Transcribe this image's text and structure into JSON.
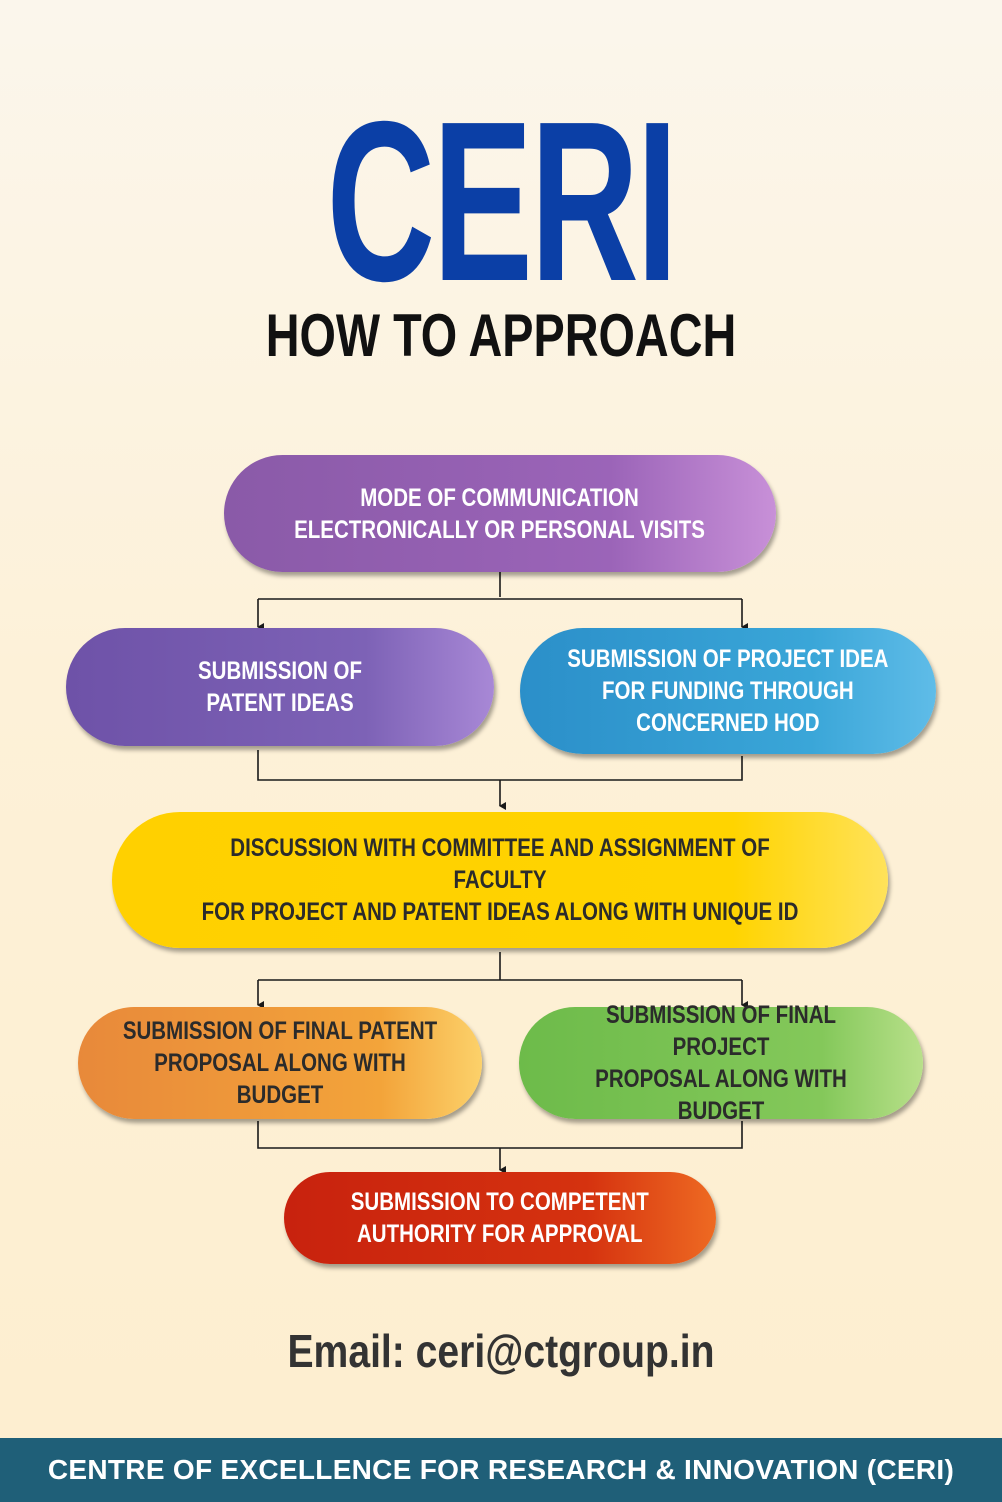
{
  "header": {
    "title": "CERI",
    "subtitle": "HOW TO APPROACH"
  },
  "flowchart": {
    "nodes": [
      {
        "id": "mode",
        "label": "MODE OF COMMUNICATION\nELECTRONICALLY OR PERSONAL VISITS",
        "color": "#9b64b8"
      },
      {
        "id": "patent-ideas",
        "label": "SUBMISSION OF\nPATENT IDEAS",
        "color": "#7d62b6"
      },
      {
        "id": "project-idea",
        "label": "SUBMISSION OF PROJECT IDEA\nFOR FUNDING THROUGH\nCONCERNED HOD",
        "color": "#3aa6d8"
      },
      {
        "id": "discussion",
        "label": "DISCUSSION WITH COMMITTEE AND ASSIGNMENT OF FACULTY\nFOR PROJECT AND PATENT IDEAS ALONG WITH UNIQUE ID",
        "color": "#ffd400"
      },
      {
        "id": "final-patent",
        "label": "SUBMISSION OF FINAL PATENT\nPROPOSAL ALONG WITH BUDGET",
        "color": "#f3a43a"
      },
      {
        "id": "final-project",
        "label": "SUBMISSION OF FINAL PROJECT\nPROPOSAL ALONG WITH BUDGET",
        "color": "#84c85a"
      },
      {
        "id": "approval",
        "label": "SUBMISSION TO COMPETENT\nAUTHORITY FOR APPROVAL",
        "color": "#d5320f"
      }
    ],
    "edges": [
      {
        "from": "mode",
        "to": "patent-ideas"
      },
      {
        "from": "mode",
        "to": "project-idea"
      },
      {
        "from": "patent-ideas",
        "to": "discussion"
      },
      {
        "from": "project-idea",
        "to": "discussion"
      },
      {
        "from": "discussion",
        "to": "final-patent"
      },
      {
        "from": "discussion",
        "to": "final-project"
      },
      {
        "from": "final-patent",
        "to": "approval"
      },
      {
        "from": "final-project",
        "to": "approval"
      }
    ]
  },
  "contact": {
    "email_line": "Email: ceri@ctgroup.in"
  },
  "footer": {
    "text": "CENTRE OF EXCELLENCE FOR RESEARCH & INNOVATION (CERI)",
    "color": "#1f5f78"
  },
  "colors": {
    "title": "#0b3fa6",
    "connector": "#1a1a1a"
  }
}
